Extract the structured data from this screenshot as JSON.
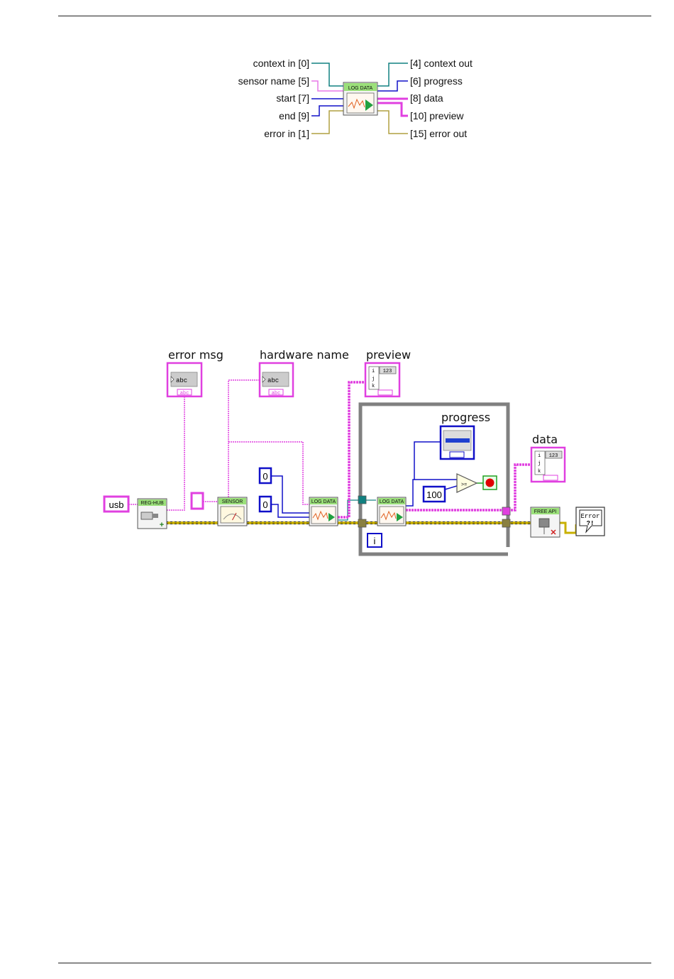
{
  "connector_pane": {
    "vi_label": "LOG DATA",
    "inputs": [
      "context in [0]",
      "sensor name [5]",
      "start [7]",
      "end [9]",
      "error in [1]"
    ],
    "outputs": [
      "[4] context out",
      "[6] progress",
      "[8] data",
      "[10] preview",
      "[15] error out"
    ]
  },
  "block_diagram": {
    "indicator_error_msg": "error msg",
    "indicator_hardware_name": "hardware name",
    "indicator_preview": "preview",
    "indicator_progress": "progress",
    "indicator_data": "data",
    "constant_usb": "usb",
    "constant_start": "0",
    "constant_end": "0",
    "constant_compare": "100",
    "node_reg_hub": "REG-HUB",
    "node_sensor": "SENSOR",
    "node_log_data_1": "LOG DATA",
    "node_log_data_2": "LOG DATA",
    "node_free_api": "FREE API",
    "error_handler_text": "Error",
    "error_handler_sub": "?!",
    "loop_iteration": "i",
    "string_glyph": "abc",
    "string_term": "abc",
    "numeric_glyph": "123"
  },
  "colors": {
    "string_wire": "#e040e0",
    "numeric_wire": "#1010c8",
    "refnum_wire": "#108080",
    "error_wire": "#b0a040",
    "loop_border": "#808080"
  }
}
